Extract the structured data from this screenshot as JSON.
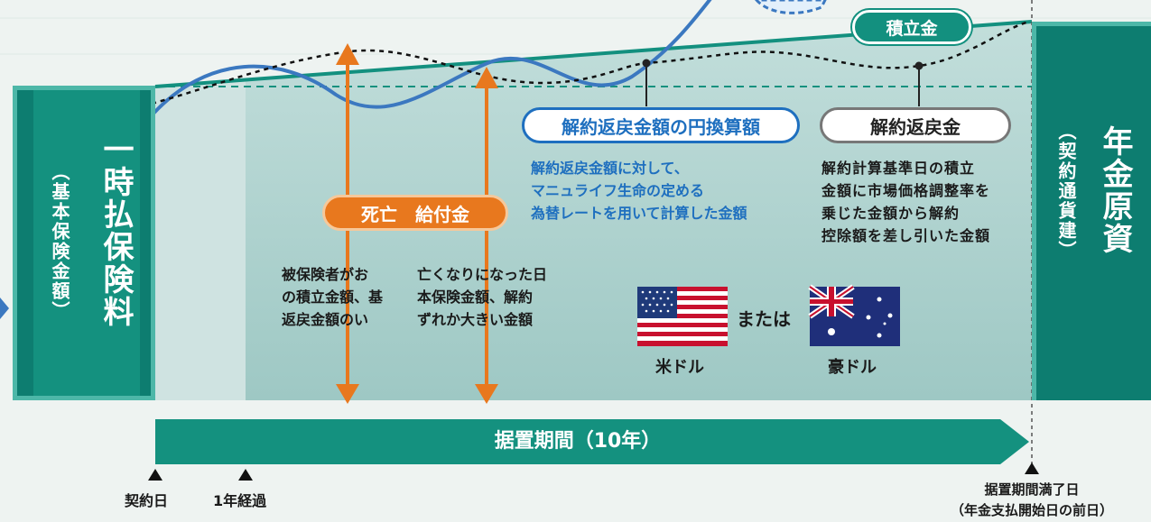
{
  "left_box": {
    "main": "一時払保険料",
    "sub": "（基本保険金額）"
  },
  "right_box": {
    "main": "年金原資",
    "sub": "（契約通貨建）"
  },
  "labels": {
    "accumulation": "積立金",
    "yen_value": "解約返戻金額の円換算額",
    "surrender": "解約返戻金",
    "death_benefit": "死亡　給付金"
  },
  "notes": {
    "yen_value": "解約返戻金額に対して、\nマニュライフ生命の定める\n為替レートを用いて計算した金額",
    "surrender": "解約計算基準日の積立\n金額に市場価格調整率を\n乗じた金額から解約\n控除額を差し引いた金額",
    "death_left": "被保険者がお\nの積立金額、基\n返戻金額のい",
    "death_right": "亡くなりになった日\n本保険金額、解約\nずれか大きい金額"
  },
  "currency": {
    "or": "または",
    "usd": "米ドル",
    "aud": "豪ドル"
  },
  "period_bar": "据置期間（10年）",
  "timeline": {
    "contract_day": "契約日",
    "one_year": "1年経過",
    "end_line1": "据置期間満了日",
    "end_line2": "（年金支払開始日の前日）"
  },
  "colors": {
    "teal_dark": "#13907f",
    "teal_area": "#a9cfcc",
    "orange": "#e8781e",
    "blue_curve": "#3b78c0",
    "blue_text": "#1e6fbf"
  }
}
